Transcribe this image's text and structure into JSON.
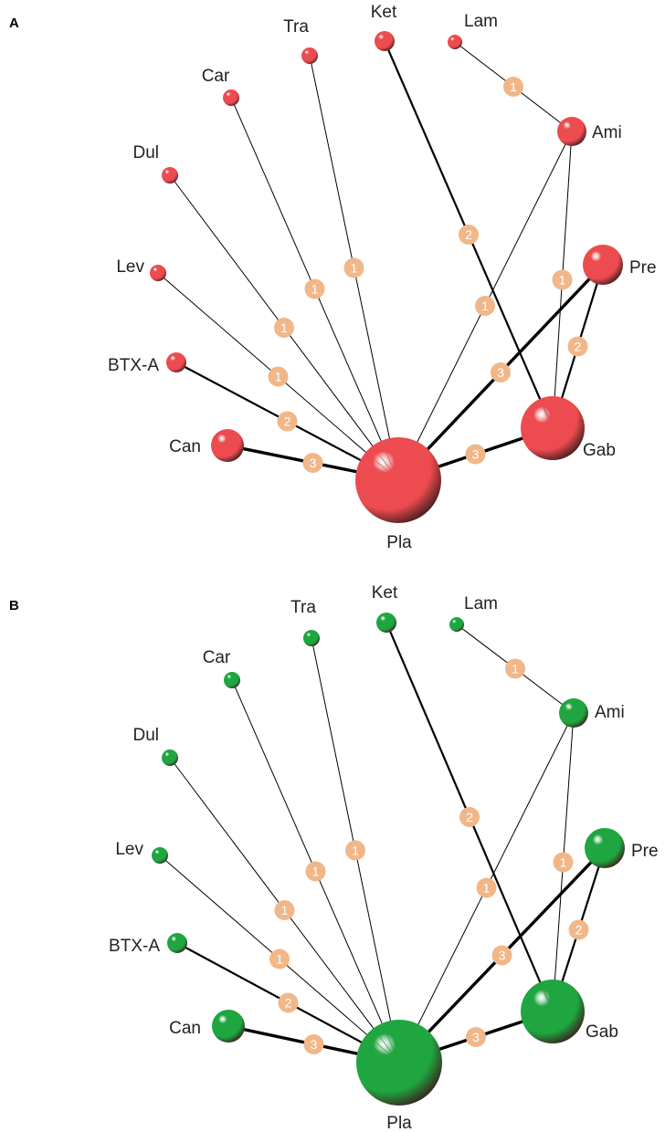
{
  "colors": {
    "panel_a_node": "#ec4b4f",
    "panel_b_node": "#1fa640",
    "edge": "#000000",
    "badge": "#f1b789",
    "badge_text": "#ffffff",
    "label_text": "#222222"
  },
  "nodes": [
    {
      "id": "Pla",
      "label": "Pla"
    },
    {
      "id": "Can",
      "label": "Can"
    },
    {
      "id": "BTX-A",
      "label": "BTX-A"
    },
    {
      "id": "Lev",
      "label": "Lev"
    },
    {
      "id": "Dul",
      "label": "Dul"
    },
    {
      "id": "Car",
      "label": "Car"
    },
    {
      "id": "Tra",
      "label": "Tra"
    },
    {
      "id": "Ket",
      "label": "Ket"
    },
    {
      "id": "Lam",
      "label": "Lam"
    },
    {
      "id": "Ami",
      "label": "Ami"
    },
    {
      "id": "Pre",
      "label": "Pre"
    },
    {
      "id": "Gab",
      "label": "Gab"
    }
  ],
  "edges": [
    {
      "from": "Can",
      "to": "Pla",
      "count": 3
    },
    {
      "from": "BTX-A",
      "to": "Pla",
      "count": 2
    },
    {
      "from": "Lev",
      "to": "Pla",
      "count": 1
    },
    {
      "from": "Dul",
      "to": "Pla",
      "count": 1
    },
    {
      "from": "Car",
      "to": "Pla",
      "count": 1
    },
    {
      "from": "Tra",
      "to": "Pla",
      "count": 1
    },
    {
      "from": "Ami",
      "to": "Pla",
      "count": 1
    },
    {
      "from": "Pre",
      "to": "Pla",
      "count": 3
    },
    {
      "from": "Gab",
      "to": "Pla",
      "count": 3
    },
    {
      "from": "Ket",
      "to": "Gab",
      "count": 2
    },
    {
      "from": "Lam",
      "to": "Ami",
      "count": 1
    },
    {
      "from": "Ami",
      "to": "Gab",
      "count": 1
    },
    {
      "from": "Pre",
      "to": "Gab",
      "count": 2
    }
  ],
  "panels": [
    {
      "id": "A",
      "label": "A",
      "node_color_key": "panel_a_node"
    },
    {
      "id": "B",
      "label": "B",
      "node_color_key": "panel_b_node"
    }
  ]
}
